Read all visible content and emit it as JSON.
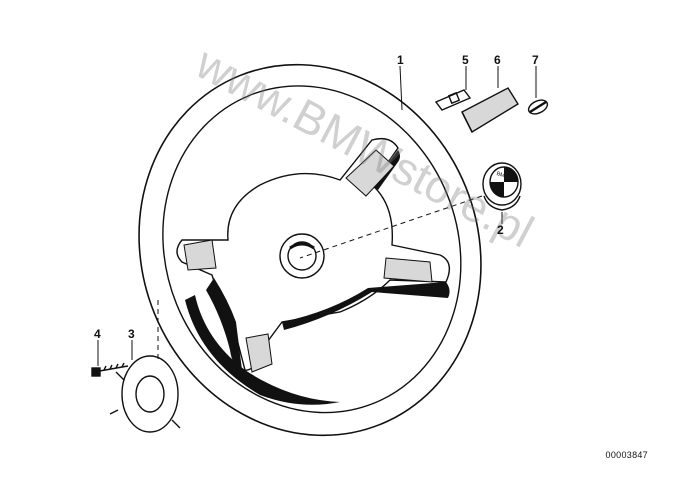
{
  "callouts": {
    "c1": "1",
    "c2": "2",
    "c3": "3",
    "c4": "4",
    "c5": "5",
    "c6": "6",
    "c7": "7"
  },
  "emblem_text": "BMW",
  "watermark": "www.BMWstore.pl",
  "doc_number": "00003847",
  "colors": {
    "ink": "#111111",
    "background": "#ffffff"
  }
}
